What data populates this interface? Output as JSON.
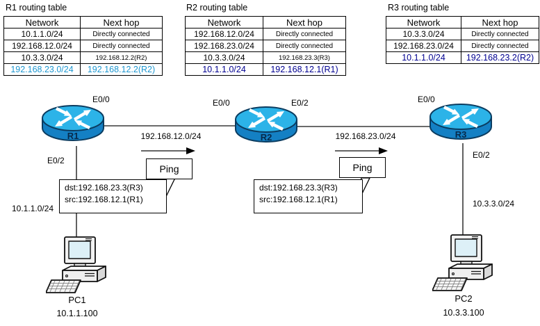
{
  "colors": {
    "hl-cyan": "#1e97d0",
    "hl-navy": "#000090",
    "router-top": "#2cb3e8",
    "router-body": "#1480c4",
    "router-outline": "#0b3c60",
    "wire": "#3a3a3a"
  },
  "tables": [
    {
      "title": "R1 routing table",
      "headers": {
        "network": "Network",
        "next_hop": "Next hop"
      },
      "rows": [
        {
          "network": "10.1.1.0/24",
          "next_hop": "Directly connected"
        },
        {
          "network": "192.168.12.0/24",
          "next_hop": "Directly connected"
        },
        {
          "network": "10.3.3.0/24",
          "next_hop": "192.168.12.2(R2)"
        },
        {
          "network": "192.168.23.0/24",
          "next_hop": "192.168.12.2(R2)"
        }
      ]
    },
    {
      "title": "R2 routing table",
      "headers": {
        "network": "Network",
        "next_hop": "Next hop"
      },
      "rows": [
        {
          "network": "192.168.12.0/24",
          "next_hop": "Directly connected"
        },
        {
          "network": "192.168.23.0/24",
          "next_hop": "Directly connected"
        },
        {
          "network": "10.3.3.0/24",
          "next_hop": "192.168.23.3(R3)"
        },
        {
          "network": "10.1.1.0/24",
          "next_hop": "192.168.12.1(R1)"
        }
      ]
    },
    {
      "title": "R3 routing table",
      "headers": {
        "network": "Network",
        "next_hop": "Next hop"
      },
      "rows": [
        {
          "network": "10.3.3.0/24",
          "next_hop": "Directly connected"
        },
        {
          "network": "192.168.23.0/24",
          "next_hop": "Directly connected"
        },
        {
          "network": "10.1.1.0/24",
          "next_hop": "192.168.23.2(R2)"
        }
      ]
    }
  ],
  "routers": [
    {
      "label": "R1"
    },
    {
      "label": "R2"
    },
    {
      "label": "R3"
    }
  ],
  "interfaces": {
    "r1_top": "E0/0",
    "r1_down": "E0/2",
    "r2_left": "E0/0",
    "r2_right": "E0/2",
    "r3_top": "E0/0",
    "r3_down": "E0/2"
  },
  "networks": {
    "r1_r2": "192.168.12.0/24",
    "r2_r3": "192.168.23.0/24",
    "pc1_lan": "10.1.1.0/24",
    "pc2_lan": "10.3.3.0/24"
  },
  "pings": [
    {
      "label": "Ping",
      "dst": "dst:192.168.23.3(R3)",
      "src": "src:192.168.12.1(R1)"
    },
    {
      "label": "Ping",
      "dst": "dst:192.168.23.3(R3)",
      "src": "src:192.168.12.1(R1)"
    }
  ],
  "pcs": [
    {
      "name": "PC1",
      "ip": "10.1.1.100"
    },
    {
      "name": "PC2",
      "ip": "10.3.3.100"
    }
  ]
}
